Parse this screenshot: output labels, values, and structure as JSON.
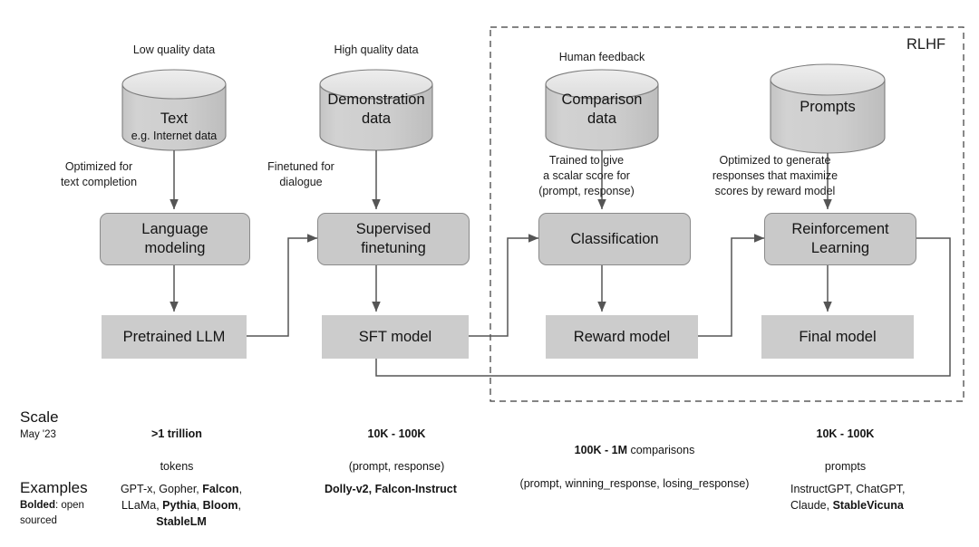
{
  "diagram": {
    "title_region": "RLHF",
    "colors": {
      "box_fill": "#c9c9c9",
      "model_fill": "#cccccc",
      "stroke": "#555555",
      "cylinder_top": "#e8e8e8",
      "cylinder_body": "#cbcbcb",
      "text": "#141414"
    },
    "rlhf_boundary_label": "RLHF"
  },
  "columns": [
    {
      "id": "pretraining",
      "data_caption": "Low quality data",
      "datastore": {
        "name": "Text",
        "sub": "e.g. Internet data"
      },
      "edge_label": "Optimized for\ntext completion",
      "process": "Language\nmodeling",
      "model": "Pretrained LLM",
      "scale_primary": ">1 trillion",
      "scale_secondary": "tokens",
      "examples": [
        {
          "text": "GPT-x, Gopher, ",
          "bold": false
        },
        {
          "text": "Falcon",
          "bold": true
        },
        {
          "text": ",",
          "bold": false
        }
      ],
      "examples_lines": [
        [
          {
            "t": "GPT-x, Gopher, ",
            "b": false
          },
          {
            "t": "Falcon",
            "b": true
          },
          {
            "t": ",",
            "b": false
          }
        ],
        [
          {
            "t": "LLaMa, ",
            "b": false
          },
          {
            "t": "Pythia",
            "b": true
          },
          {
            "t": ", ",
            "b": false
          },
          {
            "t": "Bloom",
            "b": true
          },
          {
            "t": ",",
            "b": false
          }
        ],
        [
          {
            "t": "StableLM",
            "b": true
          }
        ]
      ]
    },
    {
      "id": "sft",
      "data_caption": "High quality data",
      "datastore": {
        "name": "Demonstration\ndata",
        "sub": ""
      },
      "edge_label": "Finetuned for\ndialogue",
      "process": "Supervised\nfinetuning",
      "model": "SFT model",
      "scale_primary": "10K - 100K",
      "scale_secondary": "(prompt, response)",
      "examples_lines": [
        [
          {
            "t": "Dolly-v2, Falcon-Instruct",
            "b": true
          }
        ]
      ]
    },
    {
      "id": "reward",
      "data_caption": "Human feedback",
      "datastore": {
        "name": "Comparison\ndata",
        "sub": ""
      },
      "edge_label": "Trained to give\na scalar score for\n(prompt, response)",
      "process": "Classification",
      "model": "Reward model",
      "scale_primary": "100K - 1M",
      "scale_primary_suffix": " comparisons",
      "scale_secondary": "(prompt, winning_response, losing_response)",
      "examples_lines": []
    },
    {
      "id": "rl",
      "data_caption": "",
      "datastore": {
        "name": "Prompts",
        "sub": ""
      },
      "edge_label": "Optimized to generate\nresponses that maximize\nscores by reward model",
      "process": "Reinforcement\nLearning",
      "model": "Final model",
      "scale_primary": "10K - 100K",
      "scale_secondary": "prompts",
      "examples_lines": [
        [
          {
            "t": "InstructGPT, ChatGPT,",
            "b": false
          }
        ],
        [
          {
            "t": "Claude, ",
            "b": false
          },
          {
            "t": "StableVicuna",
            "b": true
          }
        ]
      ]
    }
  ],
  "footer": {
    "scale_label": "Scale",
    "scale_sub": "May '23",
    "examples_label": "Examples",
    "examples_sub_bold": "Bolded",
    "examples_sub_rest": ": open",
    "examples_sub_line2": "sourced"
  }
}
